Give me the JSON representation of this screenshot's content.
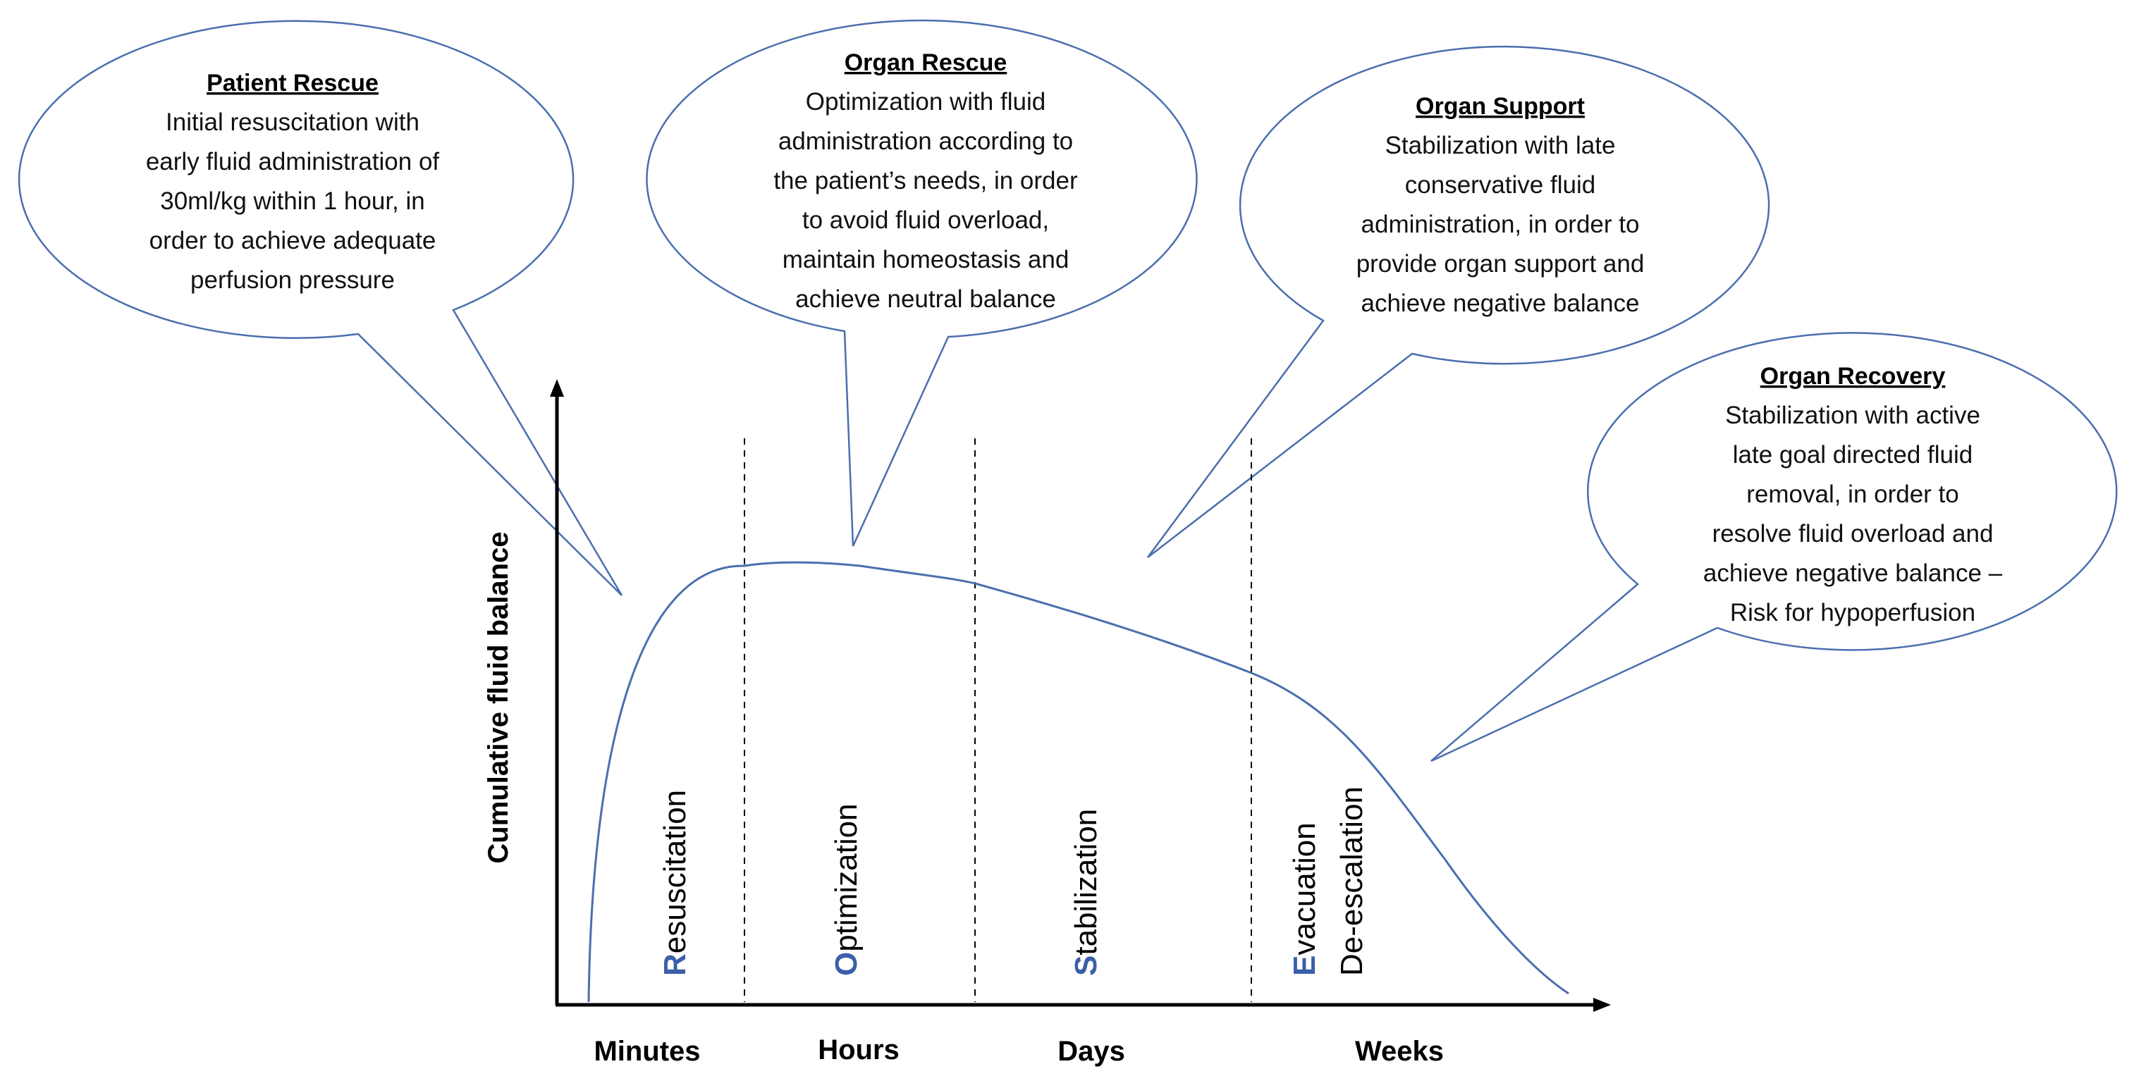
{
  "bubbles": [
    {
      "title": "Patient Rescue",
      "lines": [
        "Initial resuscitation with",
        "early fluid administration of",
        "30ml/kg within 1 hour, in",
        "order to achieve adequate",
        "perfusion pressure"
      ]
    },
    {
      "title": "Organ Rescue",
      "lines": [
        "Optimization with fluid",
        "administration according to",
        "the patient’s needs, in order",
        "to avoid fluid overload,",
        "maintain homeostasis and",
        "achieve neutral balance"
      ]
    },
    {
      "title": "Organ Support",
      "lines": [
        "Stabilization with late",
        "conservative fluid",
        "administration, in order to",
        "provide organ support and",
        "achieve negative balance"
      ]
    },
    {
      "title": "Organ Recovery",
      "lines": [
        "Stabilization with active",
        "late goal directed fluid",
        "removal, in order to",
        "resolve fluid overload and",
        "achieve negative balance –",
        "Risk for hypoperfusion"
      ]
    }
  ],
  "phases": [
    {
      "initial": "R",
      "rest": "esuscitation"
    },
    {
      "initial": "O",
      "rest": "ptimization"
    },
    {
      "initial": "S",
      "rest": "tabilization"
    },
    {
      "initial": "E",
      "rest": "vacuation",
      "second_line": "De-escalation"
    }
  ],
  "axis": {
    "y_label": "Cumulative fluid balance",
    "x_labels": [
      "Minutes",
      "Hours",
      "Days",
      "Weeks"
    ]
  },
  "colors": {
    "accent": "#3b5fa8",
    "outline": "#4a6fae"
  }
}
